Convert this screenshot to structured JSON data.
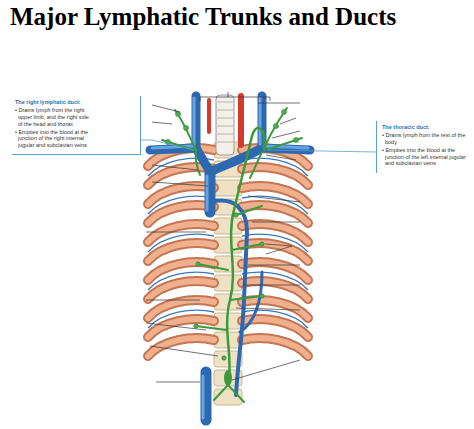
{
  "diagram": {
    "title": "Major Lymphatic Trunks and Ducts",
    "nodes": [
      {
        "text": [
          "The right lymphatic duct:",
          "• Drains lymph from the right upper limb, and the right side of the head and thorax",
          "• Empties into the blood at the junction of the right internal jugular and subclavian veins"
        ]
      },
      {
        "text": [
          "The thoracic duct:",
          "• Drains lymph from the rest of the body",
          "• Empties into the blood at the junction of the left internal jugular and subclavian veins"
        ]
      }
    ]
  }
}
